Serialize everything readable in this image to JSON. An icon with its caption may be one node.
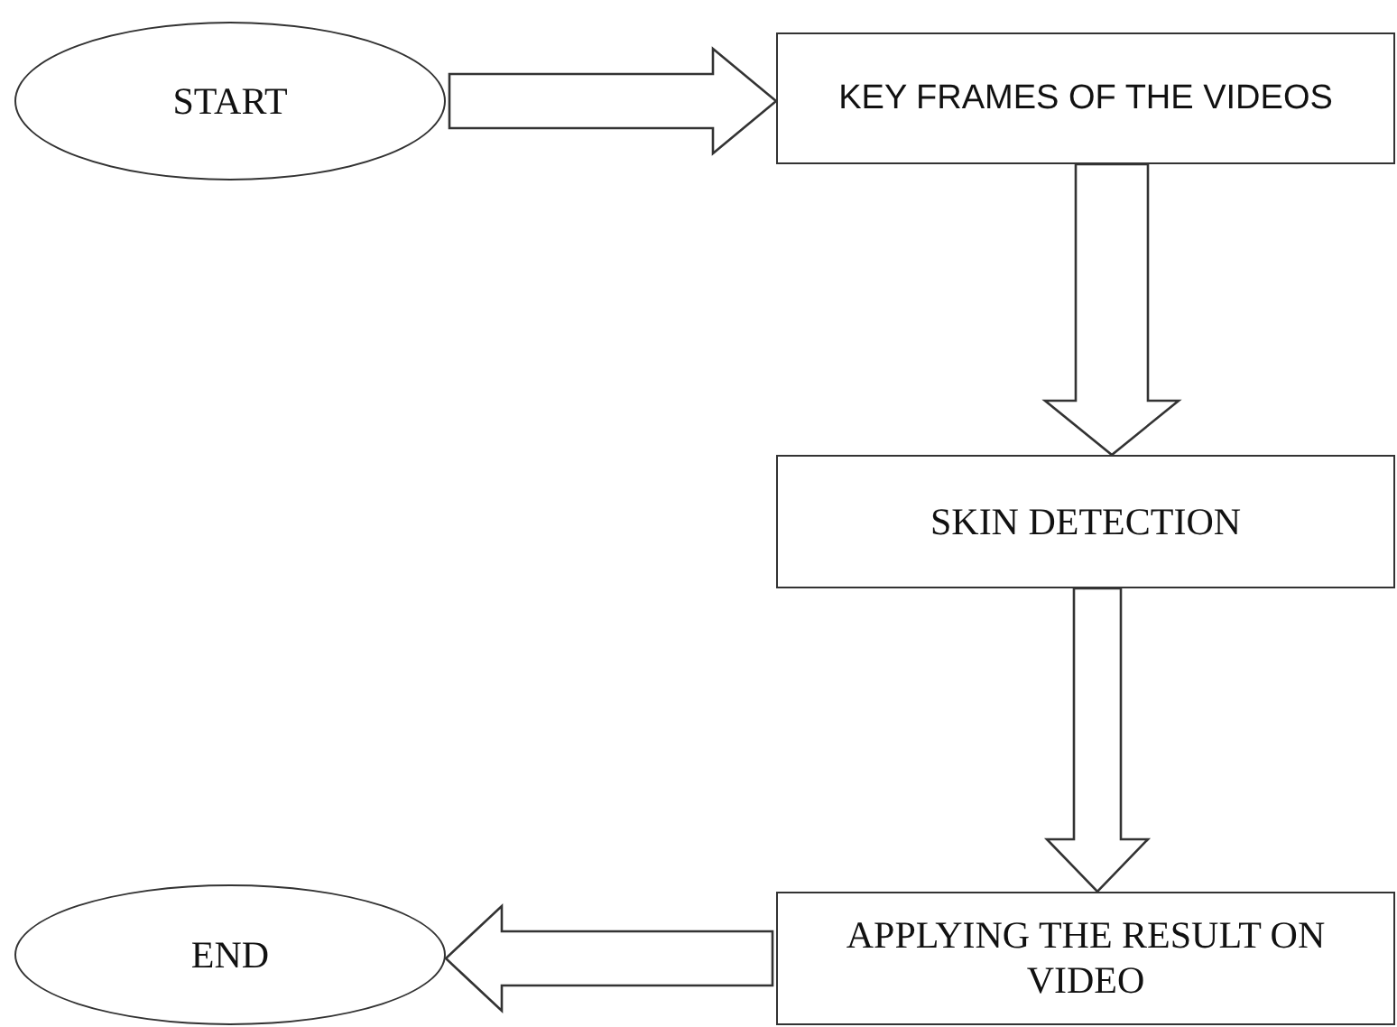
{
  "diagram": {
    "nodes": [
      {
        "text": [
          "START"
        ]
      },
      {
        "text": [
          "KEY FRAMES OF THE VIDEOS"
        ]
      },
      {
        "text": [
          "SKIN DETECTION"
        ]
      },
      {
        "text": [
          "APPLYING THE RESULT ON VIDEO"
        ]
      },
      {
        "text": [
          "END"
        ]
      }
    ],
    "edges": [
      {
        "from": 0,
        "to": 1,
        "arrow": "to"
      },
      {
        "from": 1,
        "to": 2,
        "arrow": "to"
      },
      {
        "from": 2,
        "to": 3,
        "arrow": "to"
      },
      {
        "from": 3,
        "to": 4,
        "arrow": "to"
      }
    ]
  }
}
